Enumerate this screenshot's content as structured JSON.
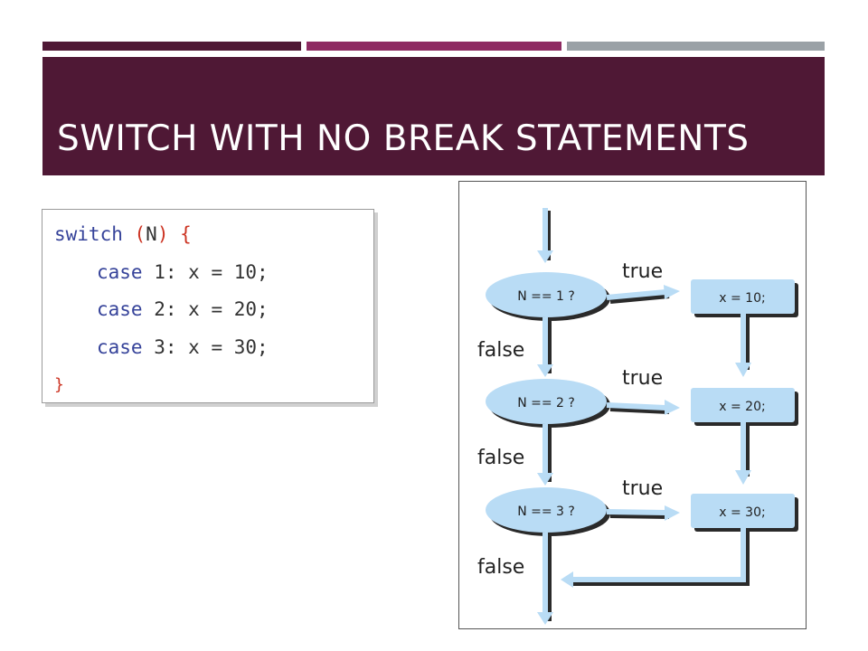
{
  "colors": {
    "title_band": "#4f1835",
    "bar_dark": "#4f1835",
    "bar_magenta": "#8e2a62",
    "bar_gray": "#9aa1a6",
    "code_keyword": "#36439a",
    "code_text": "#333333",
    "code_brace": "#cc3322",
    "shape_fill": "#b9dcf5",
    "shape_shadow": "#2a2a2a"
  },
  "title": "SWITCH WITH NO BREAK STATEMENTS",
  "code": {
    "line1": {
      "keyword": "switch",
      "paren_open": "(",
      "var": "N",
      "paren_close": ")",
      "brace": "{"
    },
    "cases": [
      {
        "keyword": "case",
        "rest": "1: x = 10;"
      },
      {
        "keyword": "case",
        "rest": "2: x = 20;"
      },
      {
        "keyword": "case",
        "rest": "3: x = 30;"
      }
    ],
    "closing_brace": "}"
  },
  "flowchart": {
    "decisions": [
      "N  == 1 ?",
      "N  == 2 ?",
      "N  == 3 ?"
    ],
    "actions": [
      "x = 10;",
      "x = 20;",
      "x = 30;"
    ],
    "true_labels": [
      "true",
      "true",
      "true"
    ],
    "false_labels": [
      "false",
      "false",
      "false"
    ]
  }
}
